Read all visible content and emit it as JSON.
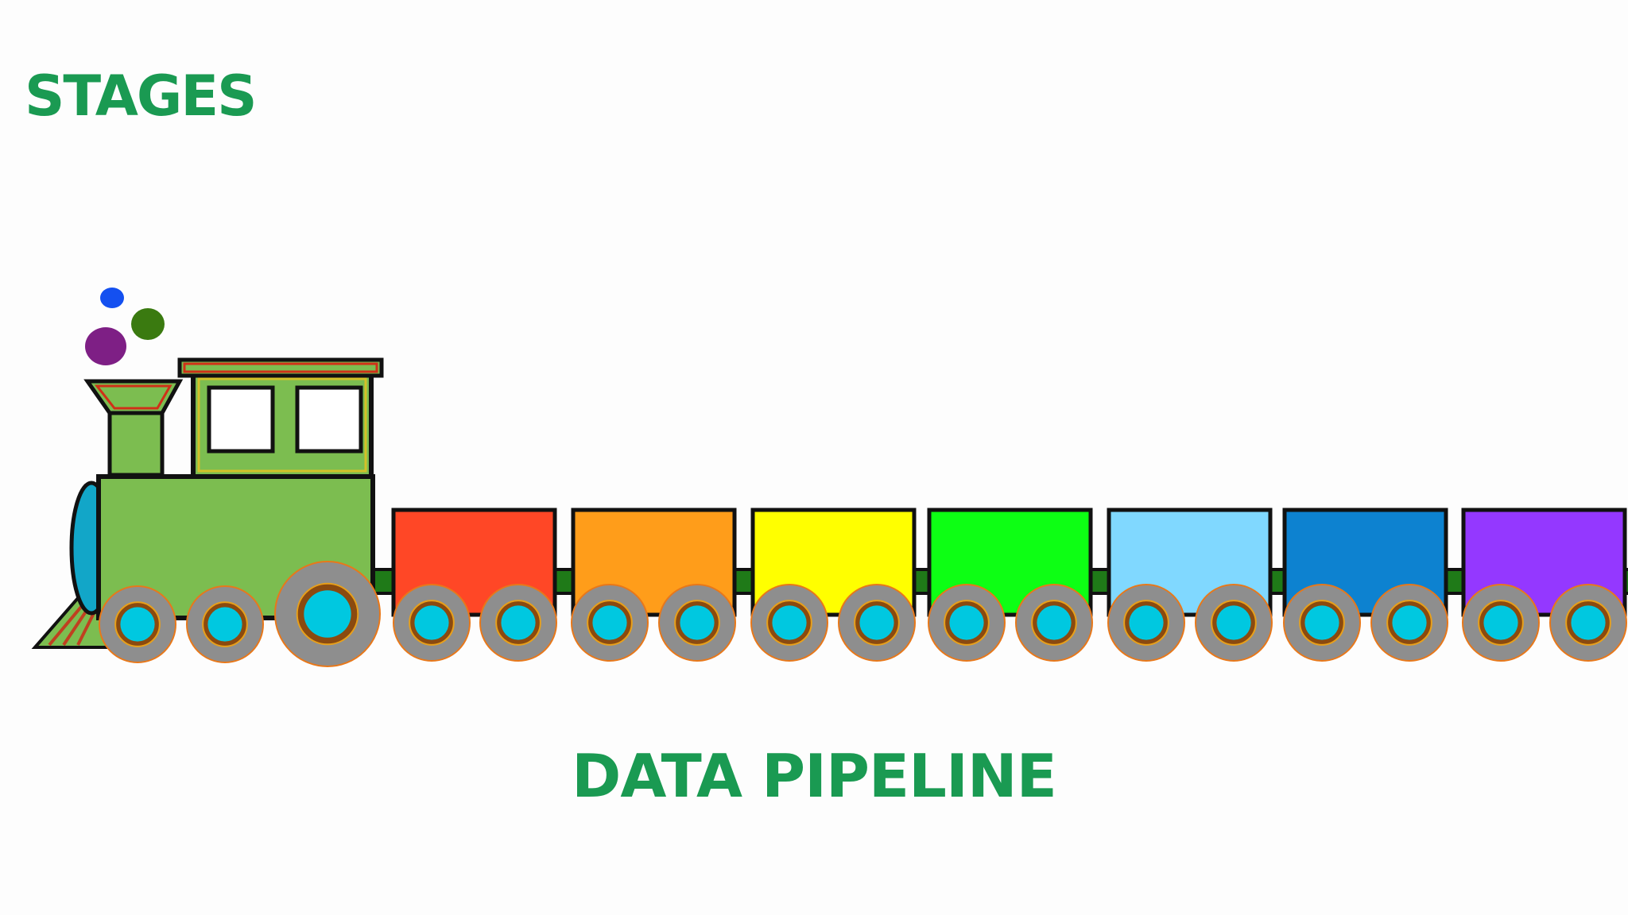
{
  "heading": "STAGES",
  "caption": "DATA PIPELINE",
  "colors": {
    "text": "#1a9a52",
    "engine_body": "#7cbd50",
    "engine_trim": "#d4c028",
    "outline": "#111111",
    "coupler": "#1f7a18",
    "wheel_tire": "#8e8e8e",
    "wheel_ring": "#8a4a10",
    "wheel_hub": "#00c8e0",
    "window": "#ffffff"
  },
  "smoke": [
    {
      "name": "smoke-blue",
      "color": "#1450f0"
    },
    {
      "name": "smoke-green",
      "color": "#3a7a10"
    },
    {
      "name": "smoke-purple",
      "color": "#7e1f85"
    }
  ],
  "cars": [
    {
      "name": "car-red",
      "color": "#ff4726"
    },
    {
      "name": "car-orange",
      "color": "#ff9d1a"
    },
    {
      "name": "car-yellow",
      "color": "#ffff00"
    },
    {
      "name": "car-green",
      "color": "#0dff14"
    },
    {
      "name": "car-light-blue",
      "color": "#80d8ff"
    },
    {
      "name": "car-blue",
      "color": "#0d82d0"
    },
    {
      "name": "car-purple",
      "color": "#9438ff"
    }
  ]
}
